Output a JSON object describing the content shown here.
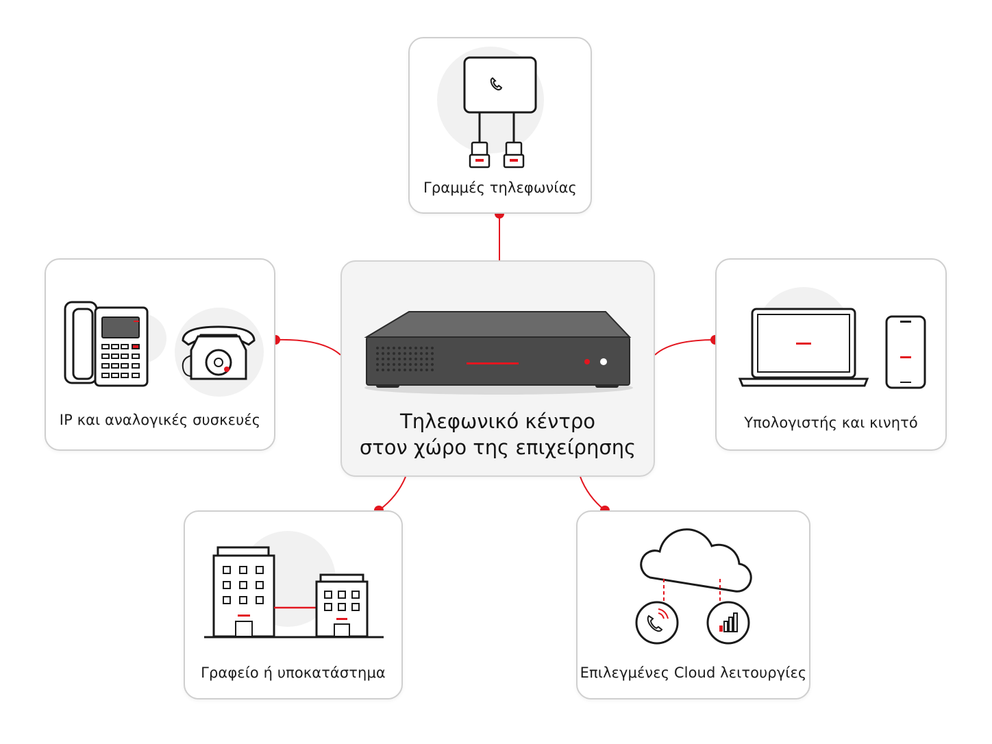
{
  "center": {
    "title_line1": "Τηλεφωνικό κέντρο",
    "title_line2": "στον χώρο της επιχείρησης",
    "icon": "pbx-server-icon"
  },
  "nodes": {
    "phone_lines": {
      "label": "Γραμμές τηλεφωνίας",
      "icon": "telephone-line-box-icon"
    },
    "devices": {
      "label": "IP και αναλογικές συσκευές",
      "icon": "desk-phone-icon"
    },
    "computer_mobile": {
      "label": "Υπολογιστής και κινητό",
      "icon": "laptop-phone-icon"
    },
    "office_branch": {
      "label": "Γραφείο ή υποκατάστημα",
      "icon": "office-buildings-icon"
    },
    "cloud_features": {
      "label": "Επιλεγμένες Cloud λειτουργίες",
      "icon": "cloud-icon"
    }
  },
  "colors": {
    "accent": "#e3161f",
    "outline": "#1a1a1a",
    "card_border": "#cfcfcf",
    "center_bg": "#f4f4f4"
  }
}
